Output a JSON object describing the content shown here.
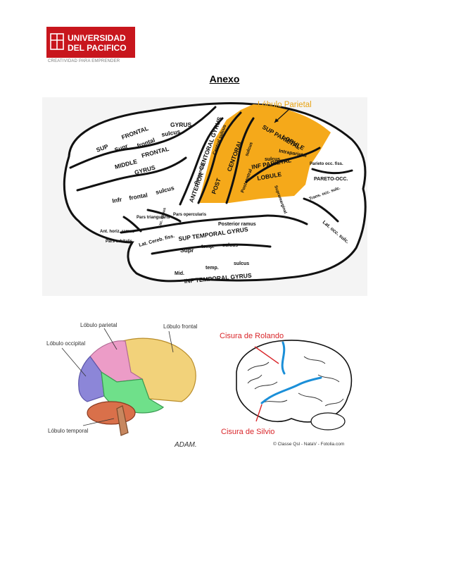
{
  "header": {
    "logo_line1": "UNIVERSIDAD",
    "logo_line2": "DEL PACIFICO",
    "tagline": "CREATIVIDAD PARA EMPRENDER"
  },
  "title": "Anexo",
  "figure1": {
    "highlight_label": "Lóbulo Parietal",
    "labels": {
      "sup_frontal_gyrus": "GYRUS",
      "frontal": "FRONTAL",
      "sulcus1": "sulcus",
      "sup": "SUP",
      "supr": "Supr",
      "frontal2": "frontal",
      "middle": "MIDDLE",
      "frontal3": "FRONTAL",
      "gyrus2": "GYRUS",
      "infr": "Infr",
      "frontal4": "frontal",
      "sulcus2": "sulcus",
      "central_gyrus": "CENTORAL GYRUS",
      "central_sulcus": "Central sulcus",
      "precentral": "Precentral",
      "anterior": "ANTERIOR",
      "centoral": "CENTORAL",
      "post": "POST",
      "postcentral": "Postcentral",
      "sulcus3": "sulcus",
      "sup_parietal": "SUP PARIETAL",
      "lobule": "LOBULE",
      "intraparietal": "Intraparietal",
      "sulcus4": "sulcus",
      "inf_parietal": "INF PARIETAL",
      "lobule2": "LOBULE",
      "supramarginal": "Supramarginal",
      "parieto_occ_fiss": "Parieto occ. fiss.",
      "pareto_occ": "PARETO-OCC.",
      "trans_occ_sulc": "Trans. occ. sulc.",
      "lat_occ_sulc": "Lat. occ. sulc.",
      "pars_triangularis": "Pars triangularis",
      "pars_opercularis": "Pars opercularis",
      "ant_horiz_ramus": "Ant. horiz. ramus",
      "pars_orbitalis": "Pars orbitalis",
      "asc_ramus": "Asc. ramus",
      "lat_cereb_fiss": "Lat. Cereb. fiss.",
      "posterior_ramus": "Posterior ramus",
      "sup_temporal_gyrus": "SUP TEMPORAL GYRUS",
      "supr2": "Supr",
      "temp": "temp.",
      "sulcus5": "sulcus",
      "mid": "Mid.",
      "temp2": "temp.",
      "sulcus6": "sulcus",
      "inf_temporal_gyrus": "INF TEMPORAL GYRUS"
    }
  },
  "figure2": {
    "lobulo_parietal": "Lóbulo parietal",
    "lobulo_frontal": "Lóbulo frontal",
    "lobulo_occipital": "Lóbulo occipital",
    "lobulo_temporal": "Lóbulo temporal",
    "brand": "ADAM.",
    "colors": {
      "frontal": "#f2d27a",
      "parietal": "#ec9cc7",
      "occipital": "#8c86d8",
      "temporal": "#6fe08a",
      "cerebellum": "#d9704a",
      "brainstem": "#c7875f"
    }
  },
  "figure3": {
    "rolando": "Cisura de Rolando",
    "silvio": "Cisura de Silvio",
    "credit": "© Classe Qsl - NataV - Fotolia.com",
    "colors": {
      "label": "#d9262a",
      "fissure": "#1b8fd8"
    }
  },
  "colors": {
    "brand_red": "#c8161d",
    "parietal_orange": "#f5a91a"
  }
}
